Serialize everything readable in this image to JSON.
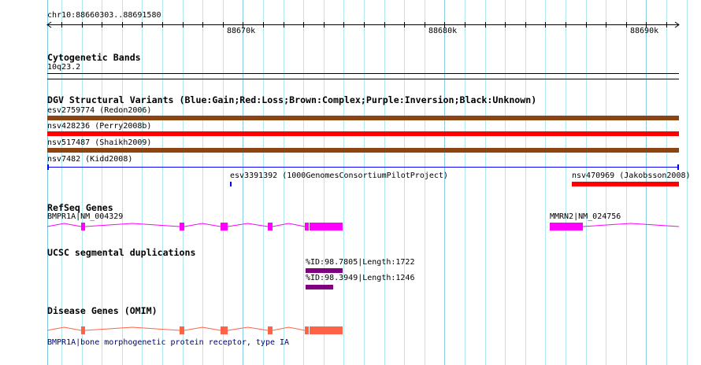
{
  "ruler": {
    "range_label": "chr10:88660303..88691580",
    "ticks": [
      "88670k",
      "88680k",
      "88690k"
    ]
  },
  "tracks": {
    "cytoband": {
      "title": "Cytogenetic Bands",
      "band": "10q23.2"
    },
    "dgv": {
      "title": "DGV Structural Variants (Blue:Gain;Red:Loss;Brown:Complex;Purple:Inversion;Black:Unknown)",
      "features": [
        {
          "label": "esv2759774 (Redon2006)",
          "color": "#8b4513"
        },
        {
          "label": "nsv428236 (Perry2008b)",
          "color": "#ff0000"
        },
        {
          "label": "nsv517487 (Shaikh2009)",
          "color": "#8b4513"
        },
        {
          "label": "nsv7482 (Kidd2008)",
          "color": "#0000ff"
        },
        {
          "label": "esv3391392 (1000GenomesConsortiumPilotProject)",
          "color": "#0000ff"
        },
        {
          "label": "nsv470969 (Jakobsson2008)",
          "color": "#ff0000"
        }
      ]
    },
    "refseq": {
      "title": "RefSeq Genes",
      "color": "#ff00ff",
      "genes": [
        {
          "label": "BMPR1A|NM_004329"
        },
        {
          "label": "MMRN2|NM_024756"
        }
      ]
    },
    "segdup": {
      "title": "UCSC segmental duplications",
      "color": "#800080",
      "features": [
        {
          "label": "%ID:98.7805|Length:1722"
        },
        {
          "label": "%ID:98.3949|Length:1246"
        }
      ]
    },
    "omim": {
      "title": "Disease Genes (OMIM)",
      "color": "#ff6347",
      "genes": [
        {
          "label": "BMPR1A|bone morphogenetic protein receptor, type IA"
        }
      ]
    }
  }
}
